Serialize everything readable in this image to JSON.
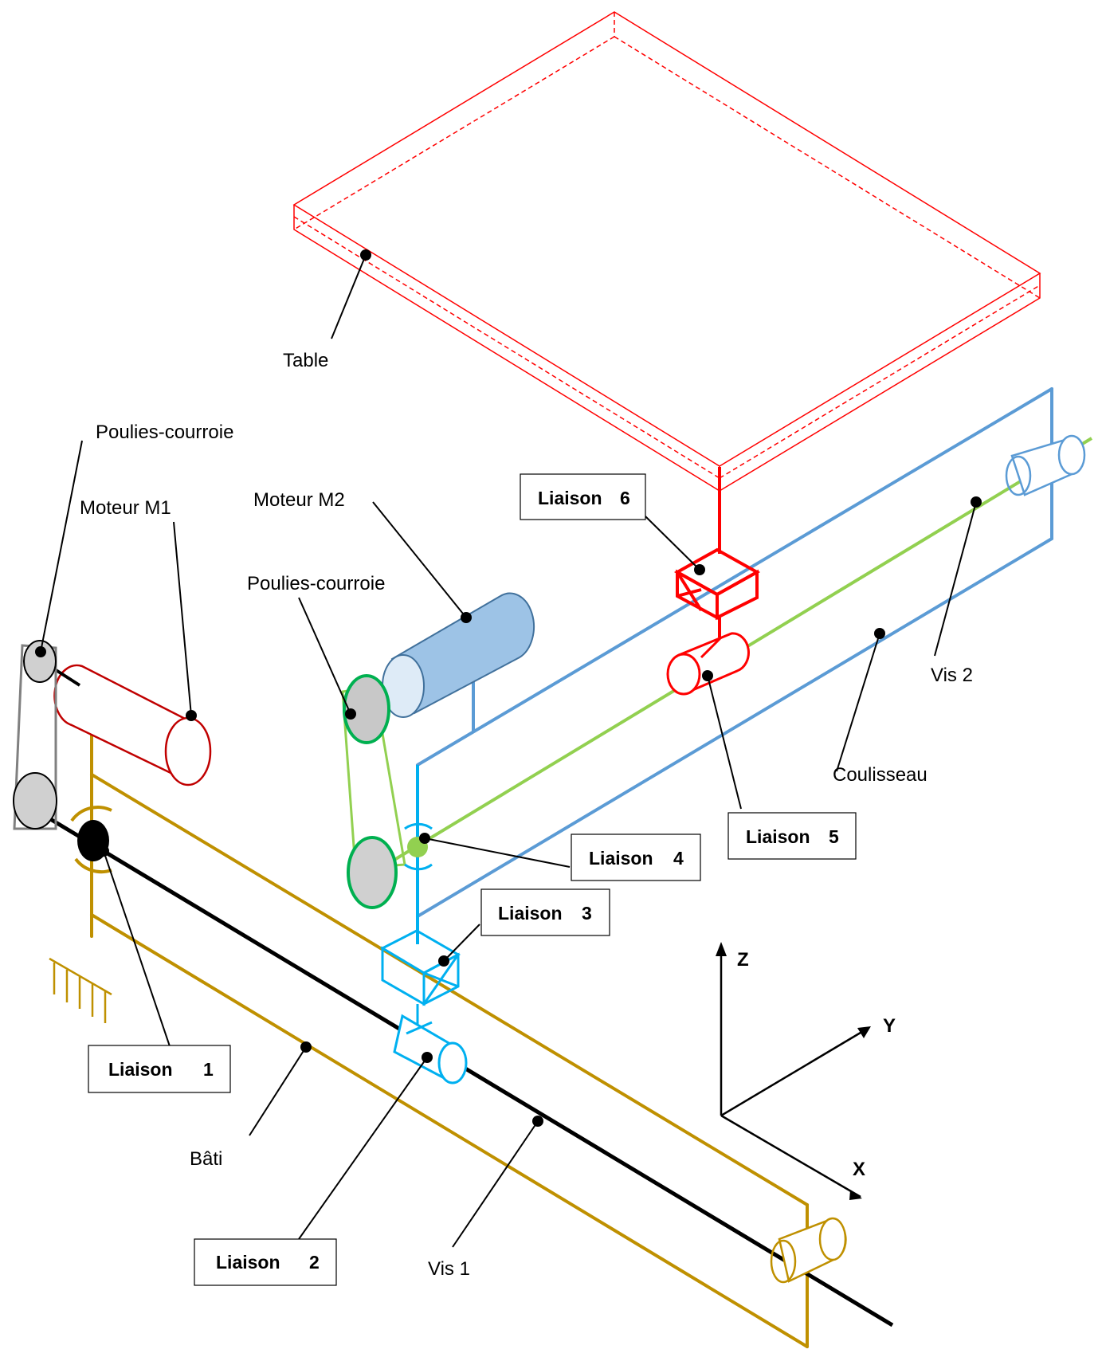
{
  "labels": {
    "table": "Table",
    "poulies_courroie_1": "Poulies-courroie",
    "moteur_m1": "Moteur M1",
    "moteur_m2": "Moteur M2",
    "poulies_courroie_2": "Poulies-courroie",
    "vis_2": "Vis 2",
    "coulisseau": "Coulisseau",
    "bati": "Bâti",
    "vis_1": "Vis 1"
  },
  "liaisons": {
    "l1": {
      "word": "Liaison",
      "num": "1"
    },
    "l2": {
      "word": "Liaison",
      "num": "2"
    },
    "l3": {
      "word": "Liaison",
      "num": "3"
    },
    "l4": {
      "word": "Liaison",
      "num": "4"
    },
    "l5": {
      "word": "Liaison",
      "num": "5"
    },
    "l6": {
      "word": "Liaison",
      "num": "6"
    }
  },
  "axes": {
    "z": "Z",
    "y": "Y",
    "x": "X"
  },
  "colors": {
    "table": "#ff0000",
    "coulisseau": "#5b9bd5",
    "vis_2": "#92d050",
    "bati": "#bf9000",
    "vis_1": "#000000",
    "moteur_m1": "#c00000",
    "moteur_m2_fill": "#9dc3e6",
    "liaison_cyan": "#00b0f0",
    "poulie_fill": "#d0d0d0",
    "belt_gray": "#808080",
    "pulley_green": "#00b050"
  }
}
